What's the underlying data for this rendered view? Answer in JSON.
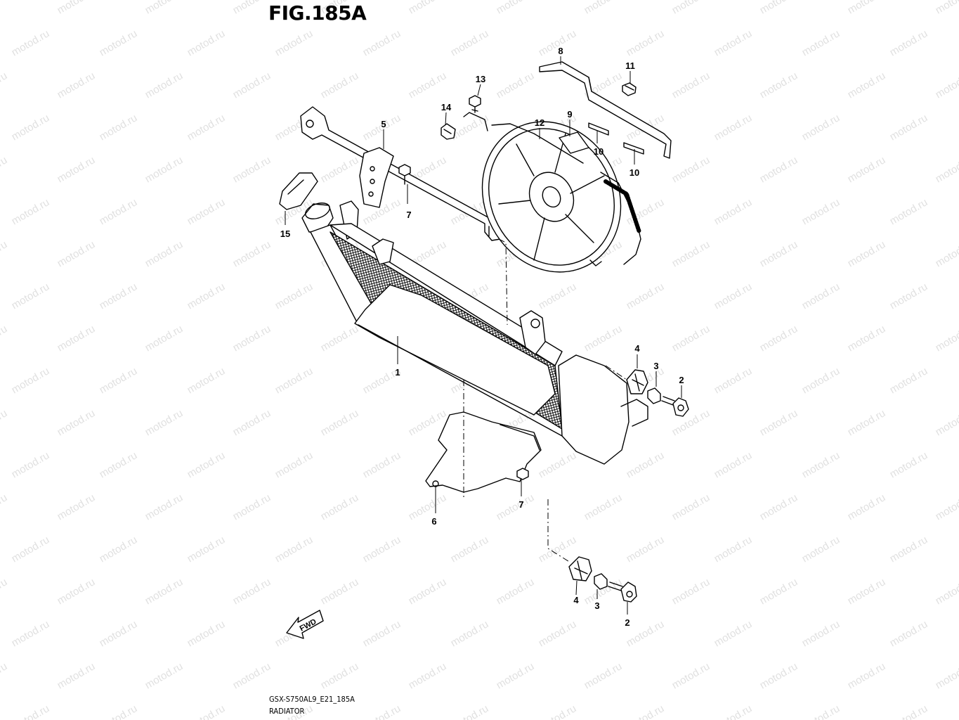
{
  "figure": {
    "title": "FIG.185A",
    "code": "GSX-S750AL9_E21_185A",
    "name": "RADIATOR"
  },
  "watermark": {
    "text": "motod.ru"
  },
  "fwd_arrow": {
    "label": "FWD"
  },
  "callouts": [
    {
      "id": "c8",
      "label": "8"
    },
    {
      "id": "c11",
      "label": "11"
    },
    {
      "id": "c13",
      "label": "13"
    },
    {
      "id": "c14",
      "label": "14"
    },
    {
      "id": "c5",
      "label": "5"
    },
    {
      "id": "c12",
      "label": "12"
    },
    {
      "id": "c9",
      "label": "9"
    },
    {
      "id": "c10a",
      "label": "10"
    },
    {
      "id": "c10b",
      "label": "10"
    },
    {
      "id": "c7a",
      "label": "7"
    },
    {
      "id": "c15",
      "label": "15"
    },
    {
      "id": "c1",
      "label": "1"
    },
    {
      "id": "c4a",
      "label": "4"
    },
    {
      "id": "c3a",
      "label": "3"
    },
    {
      "id": "c2a",
      "label": "2"
    },
    {
      "id": "c7b",
      "label": "7"
    },
    {
      "id": "c6",
      "label": "6"
    },
    {
      "id": "c4b",
      "label": "4"
    },
    {
      "id": "c3b",
      "label": "3"
    },
    {
      "id": "c2b",
      "label": "2"
    }
  ]
}
